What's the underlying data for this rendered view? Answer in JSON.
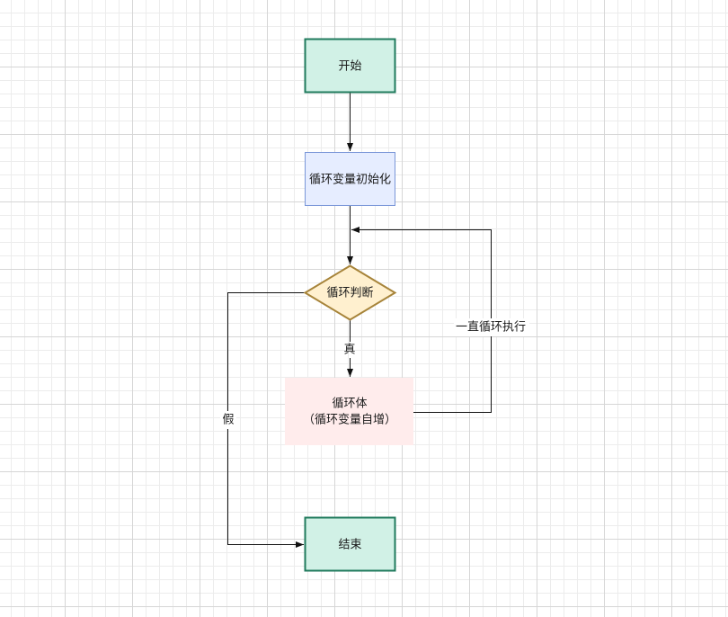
{
  "colors": {
    "terminal_fill": "#d1f1e6",
    "terminal_stroke": "#1f7a5c",
    "process_fill": "#e6edff",
    "process_stroke": "#7a96d8",
    "decision_fill": "#fff0cf",
    "decision_stroke": "#a7843a",
    "loop_body_fill": "#ffecec",
    "edge": "#111111"
  },
  "nodes": {
    "start": {
      "label": "开始"
    },
    "init": {
      "label": "循环变量初始化"
    },
    "condition": {
      "label": "循环判断"
    },
    "body": {
      "line1": "循环体",
      "line2": "（循环变量自增）"
    },
    "end": {
      "label": "结束"
    }
  },
  "edges": {
    "true_label": "真",
    "false_label": "假",
    "loop_label": "一直循环执行"
  }
}
